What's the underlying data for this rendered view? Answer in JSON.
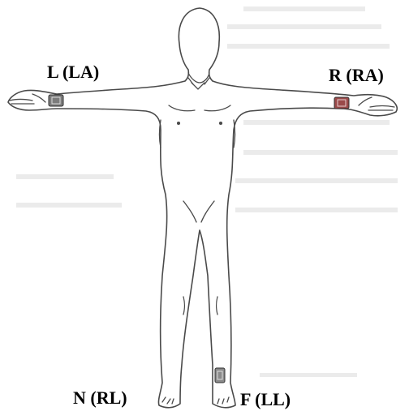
{
  "diagram": {
    "labels": {
      "left_arm": "L (LA)",
      "right_arm": "R (RA)",
      "right_leg": "N (RL)",
      "left_leg": "F (LL)"
    },
    "colors": {
      "outline": "#4a4a4a",
      "electrode_left_arm": "#7c7c7c",
      "electrode_right_arm": "#9a4a4a",
      "electrode_left_leg": "#8a8a8a"
    },
    "icons": [
      "human-body-outline",
      "electrode-icon"
    ]
  }
}
